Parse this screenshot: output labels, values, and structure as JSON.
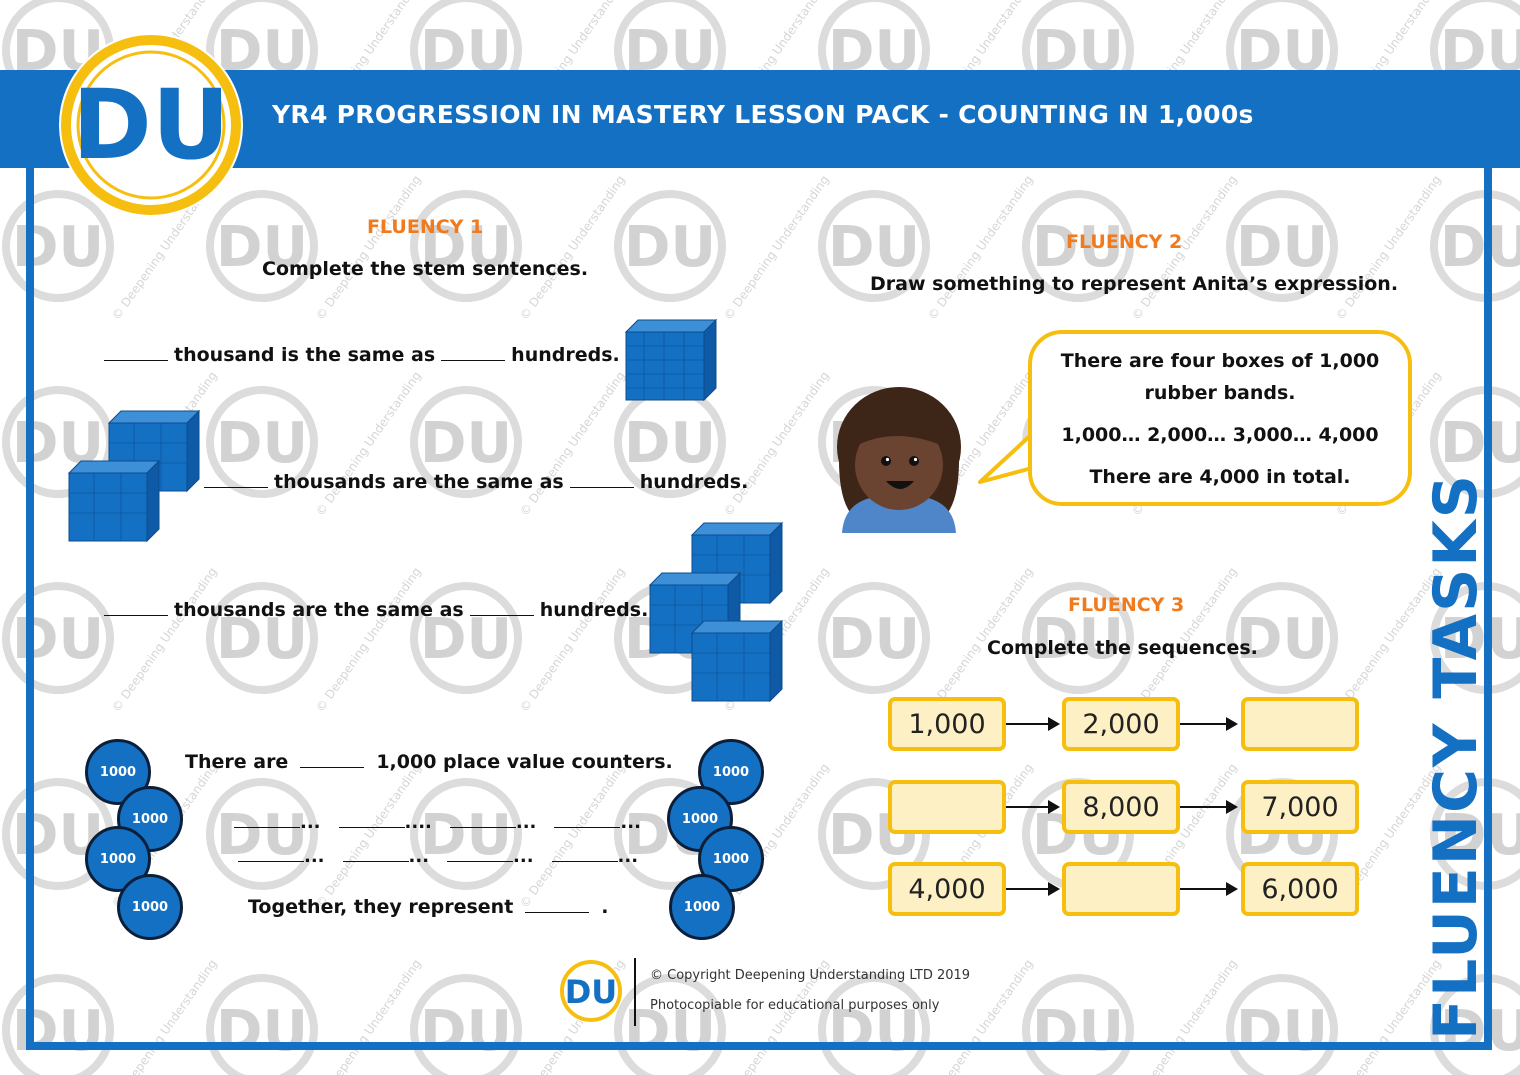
{
  "header": {
    "title": "YR4 PROGRESSION IN MASTERY LESSON PACK - COUNTING IN 1,000s",
    "logo_text": "DU"
  },
  "side_title": "FLUENCY TASKS",
  "watermark": {
    "logo_text": "DU",
    "caption": "© Deepening Understanding"
  },
  "fluency1": {
    "label": "FLUENCY 1",
    "instruction": "Complete the stem sentences.",
    "stem1": {
      "a": "thousand is the same as",
      "b": "hundreds."
    },
    "stem2": {
      "a": "thousands are the same as",
      "b": "hundreds."
    },
    "stem3": {
      "a": "thousands are the same as",
      "b": "hundreds."
    },
    "counters_sentence": {
      "a": "There are",
      "b": "1,000 place value counters."
    },
    "dots_row1": [
      "...",
      "....",
      "...",
      "..."
    ],
    "dots_row2": [
      "...",
      "...",
      "...",
      "..."
    ],
    "together": {
      "a": "Together, they represent",
      "b": "."
    },
    "counter_label": "1000"
  },
  "fluency2": {
    "label": "FLUENCY 2",
    "instruction": "Draw something to represent Anita’s expression.",
    "speech": [
      "There are four boxes of 1,000",
      "rubber bands.",
      "1,000… 2,000… 3,000… 4,000",
      "There are 4,000 in total."
    ]
  },
  "fluency3": {
    "label": "FLUENCY 3",
    "instruction": "Complete the sequences.",
    "rows": [
      [
        "1,000",
        "2,000",
        ""
      ],
      [
        "",
        "8,000",
        "7,000"
      ],
      [
        "4,000",
        "",
        "6,000"
      ]
    ]
  },
  "footer": {
    "logo_text": "DU",
    "copyright": "© Copyright Deepening Understanding LTD 2019",
    "note": "Photocopiable for educational purposes only"
  },
  "colors": {
    "brand_blue": "#1470c2",
    "brand_yellow": "#f6bf10",
    "label_orange": "#f07a1e"
  }
}
